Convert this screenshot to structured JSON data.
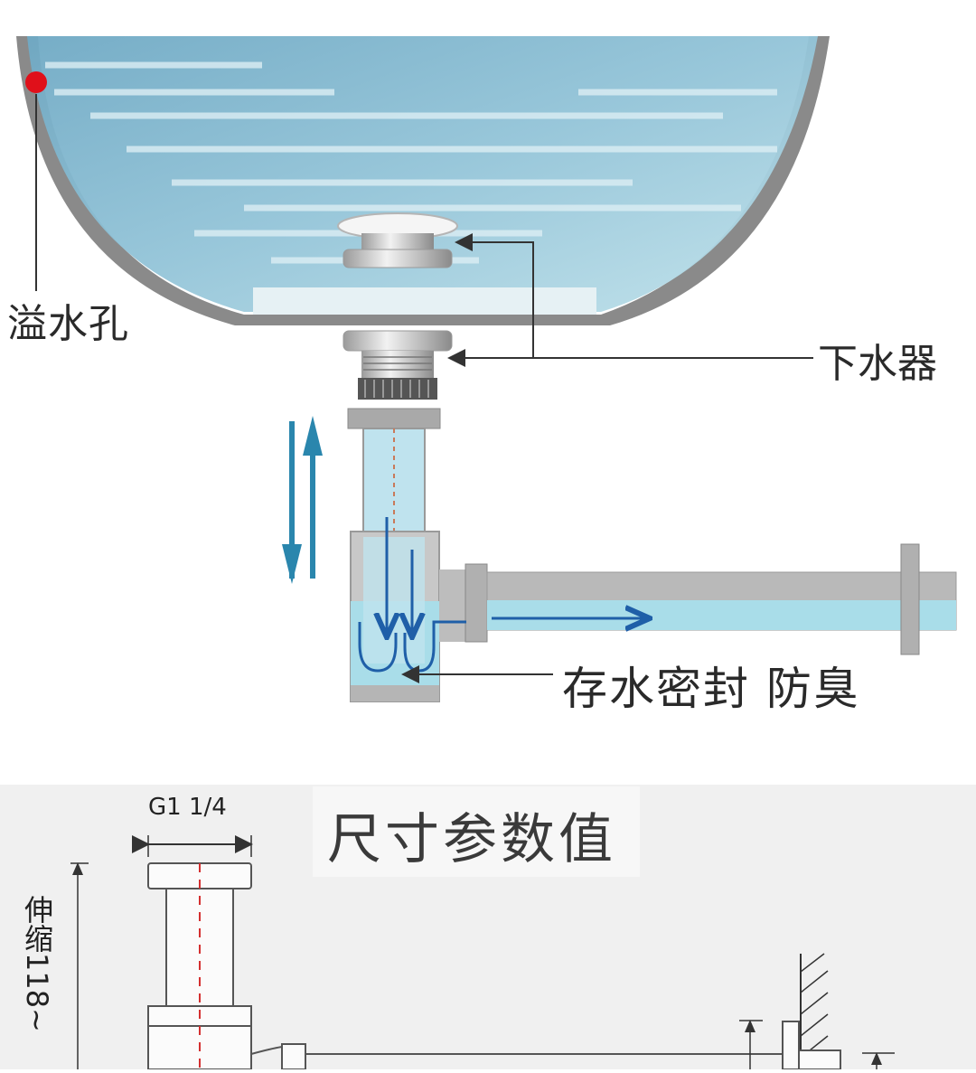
{
  "labels": {
    "overflow_hole": "溢水孔",
    "drain_fitting": "下水器",
    "water_seal": "存水密封 防臭",
    "spec_title": "尺寸参数值",
    "thread_size": "G1 1/4",
    "stretch_range": "伸缩118~"
  },
  "colors": {
    "basin_gray": "#8d8d8d",
    "water_blue": "#9fd3df",
    "flow_arrow_blue": "#1f5fa8",
    "overflow_dot_red": "#e0101a",
    "pipe_gray": "#a8a8a8",
    "dimension_red_dash": "#d43030"
  },
  "icons": [
    "overflow-dot-icon",
    "down-flow-arrow-icon",
    "up-flow-arrow-icon",
    "chevron-arrow-icon"
  ]
}
